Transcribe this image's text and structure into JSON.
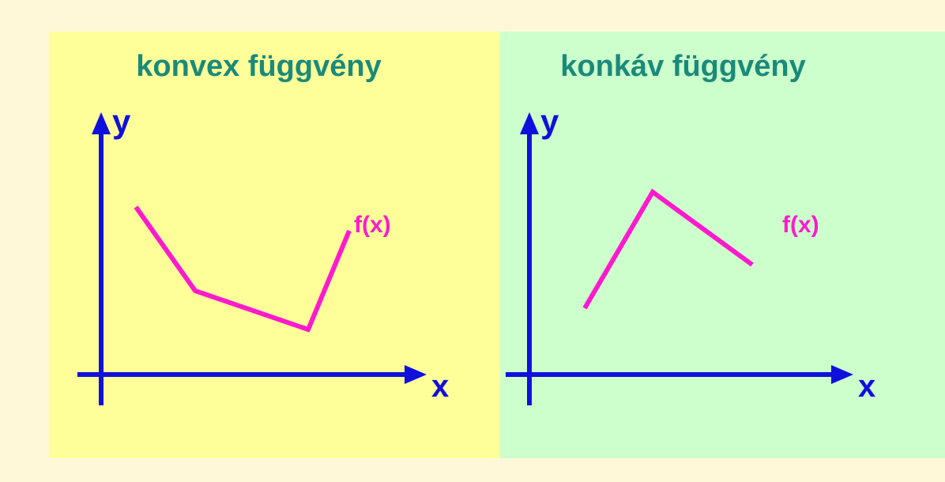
{
  "colors": {
    "page_background": "#FFF8D8",
    "left_panel": "#FFFF99",
    "right_panel": "#CCFFCC",
    "title": "#1A8A7A",
    "axes": "#1010DD",
    "curve": "#FF1ACD"
  },
  "panels": [
    {
      "title": "konvex függvény",
      "y_label": "y",
      "x_label": "x",
      "function_label": "f(x)"
    },
    {
      "title": "konkáv függvény",
      "y_label": "y",
      "x_label": "x",
      "function_label": "f(x)"
    }
  ]
}
